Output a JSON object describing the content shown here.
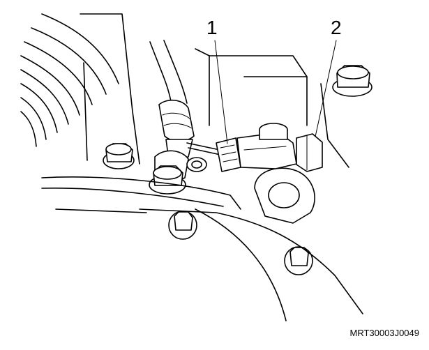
{
  "callouts": [
    {
      "number": "1"
    },
    {
      "number": "2"
    }
  ],
  "figure_code": "MRT30003J0049",
  "colors": {
    "line": "#000000",
    "background": "#ffffff"
  }
}
